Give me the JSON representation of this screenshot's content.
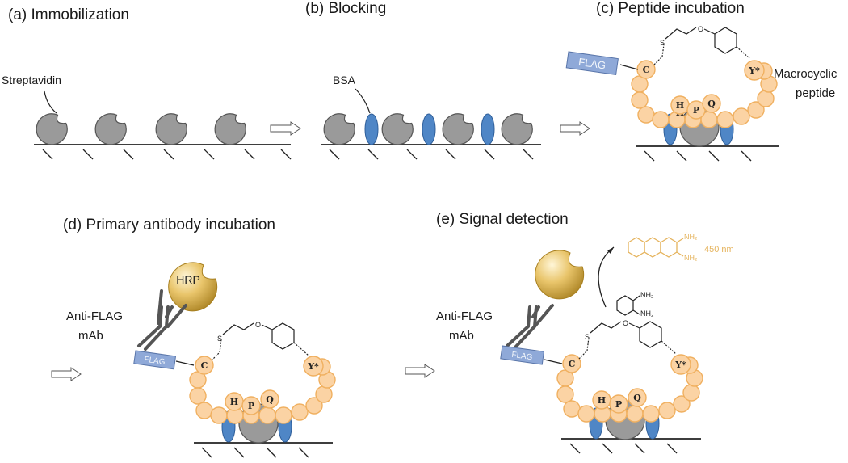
{
  "panels": {
    "a": {
      "title": "(a) Immobilization",
      "label": "Streptavidin"
    },
    "b": {
      "title": "(b) Blocking",
      "label": "BSA"
    },
    "c": {
      "title": "(c) Peptide incubation",
      "label_line1": "Macrocyclic",
      "label_line2": "peptide"
    },
    "d": {
      "title": "(d) Primary antibody incubation",
      "antibody_line1": "Anti-FLAG",
      "antibody_line2": "mAb",
      "enzyme": "HRP"
    },
    "e": {
      "title": "(e) Signal detection",
      "antibody_line1": "Anti-FLAG",
      "antibody_line2": "mAb",
      "wavelength": "450 nm"
    }
  },
  "tag": "FLAG",
  "residues": {
    "c": "C",
    "y": "Y*",
    "h": "H",
    "p": "P",
    "q": "Q"
  },
  "chem": {
    "o": "O",
    "s": "S",
    "nh2": "NH₂"
  },
  "colors": {
    "streptavidin": "#9a9a9a",
    "bsa": "#4f86c6",
    "peptide_bead": "#fbd3a4",
    "peptide_edge": "#f0b060",
    "flag_tag": "#8fa9d8",
    "hrp_gold": "#d8b24a",
    "product": "#e5b35c"
  }
}
